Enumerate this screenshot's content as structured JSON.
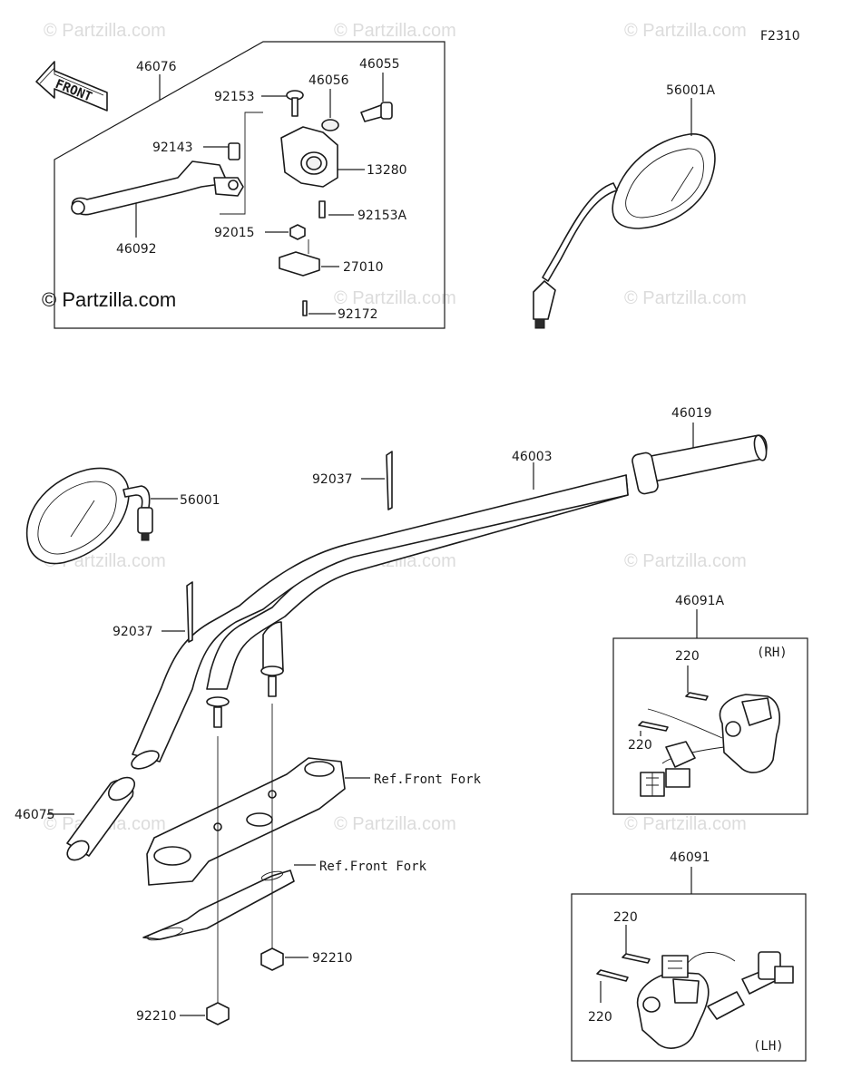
{
  "figure_code": "F2310",
  "front_arrow_label": "FRONT",
  "copyright_text": "© Partzilla.com",
  "watermark_text": "© Partzilla.com",
  "labels": {
    "p46076": "46076",
    "p46055": "46055",
    "p46056": "46056",
    "p92153": "92153",
    "p92143": "92143",
    "p13280": "13280",
    "p92153A": "92153A",
    "p92015": "92015",
    "p27010": "27010",
    "p92172": "92172",
    "p46092": "46092",
    "p56001A": "56001A",
    "p46019": "46019",
    "p46003": "46003",
    "p92037_top": "92037",
    "p56001": "56001",
    "p92037_left": "92037",
    "p46091A": "46091A",
    "p220_rh_top": "220",
    "p220_rh_left": "220",
    "rh": "(RH)",
    "ref_front_fork_1": "Ref.Front Fork",
    "ref_front_fork_2": "Ref.Front Fork",
    "p46075": "46075",
    "p92210_right": "92210",
    "p92210_left": "92210",
    "p46091": "46091",
    "p220_lh_top": "220",
    "p220_lh_left": "220",
    "lh": "(LH)"
  }
}
